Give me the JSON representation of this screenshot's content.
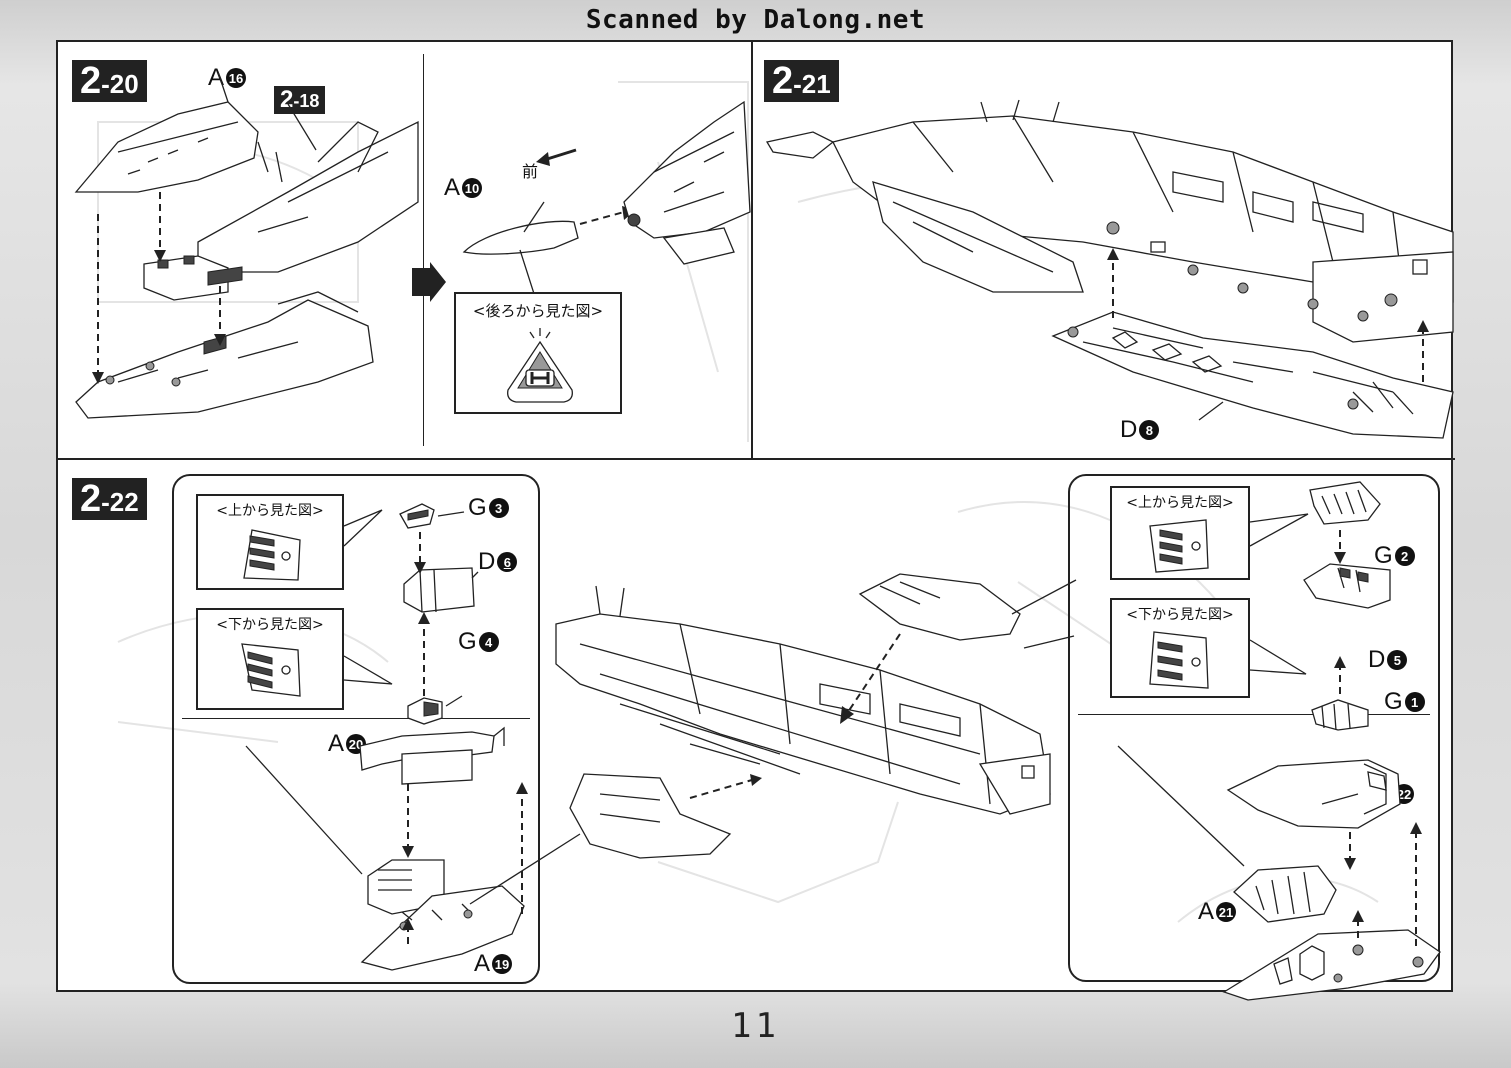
{
  "header": {
    "scan_credit": "Scanned by Dalong.net"
  },
  "page_number": "11",
  "steps": {
    "s2_20": {
      "number_big": "2",
      "number_small": "-20",
      "ref_step_big": "2",
      "ref_step_small": "-18",
      "part_a16": {
        "letter": "A",
        "num": "16"
      },
      "part_a10": {
        "letter": "A",
        "num": "10"
      },
      "front_label": "前",
      "rear_view_title": "<後ろから見た図>"
    },
    "s2_21": {
      "number_big": "2",
      "number_small": "-21",
      "part_d8": {
        "letter": "D",
        "num": "8"
      }
    },
    "s2_22": {
      "number_big": "2",
      "number_small": "-22",
      "left_group": {
        "top_view_title": "<上から見た図>",
        "bottom_view_title": "<下から見た図>",
        "part_g3": {
          "letter": "G",
          "num": "3"
        },
        "part_d6": {
          "letter": "D",
          "num": "6"
        },
        "part_g4": {
          "letter": "G",
          "num": "4"
        },
        "part_a20": {
          "letter": "A",
          "num": "20"
        },
        "part_a19": {
          "letter": "A",
          "num": "19"
        }
      },
      "right_group": {
        "top_view_title": "<上から見た図>",
        "bottom_view_title": "<下から見た図>",
        "part_g2": {
          "letter": "G",
          "num": "2"
        },
        "part_d5": {
          "letter": "D",
          "num": "5"
        },
        "part_g1": {
          "letter": "G",
          "num": "1"
        },
        "part_a22": {
          "letter": "A",
          "num": "22"
        },
        "part_a21": {
          "letter": "A",
          "num": "21"
        }
      }
    }
  }
}
